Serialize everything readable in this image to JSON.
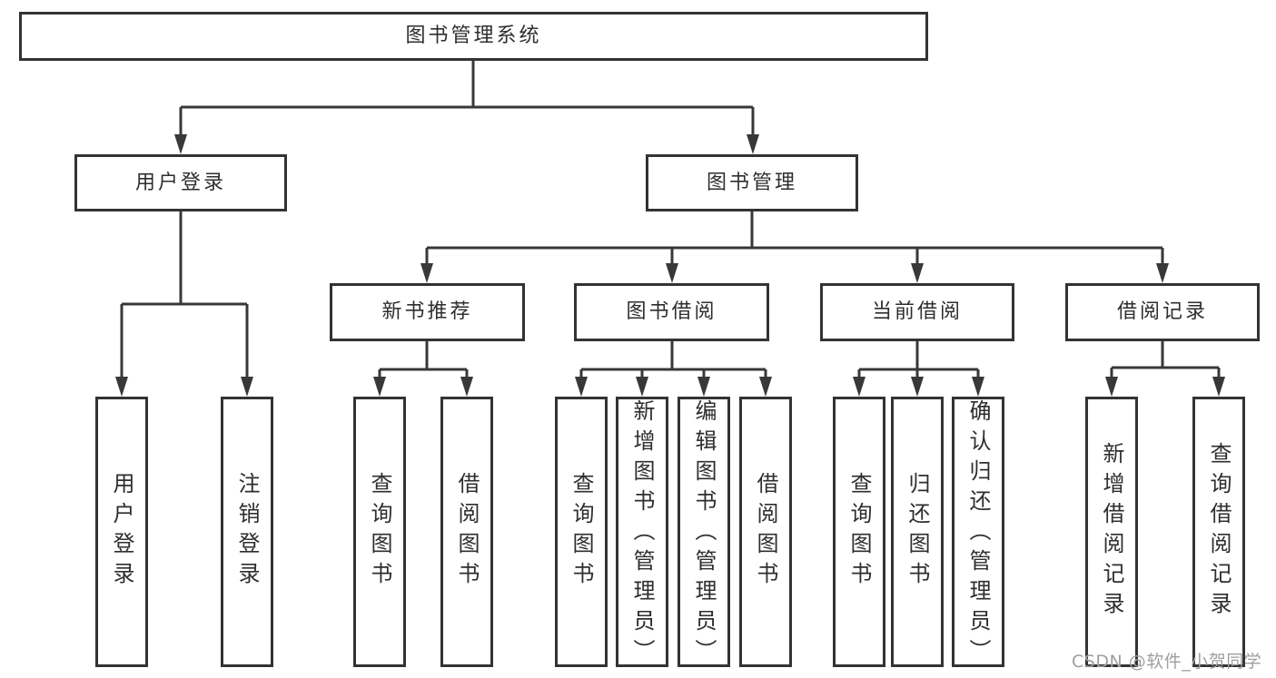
{
  "tree": {
    "root": {
      "label": "图书管理系统"
    },
    "children": [
      {
        "label": "用户登录",
        "children": [
          {
            "label": "用户登录"
          },
          {
            "label": "注销登录"
          }
        ]
      },
      {
        "label": "图书管理",
        "children": [
          {
            "label": "新书推荐",
            "children": [
              {
                "label": "查询图书"
              },
              {
                "label": "借阅图书"
              }
            ]
          },
          {
            "label": "图书借阅",
            "children": [
              {
                "label": "查询图书"
              },
              {
                "label": "新增图书（管理员）"
              },
              {
                "label": "编辑图书（管理员）"
              },
              {
                "label": "借阅图书"
              }
            ]
          },
          {
            "label": "当前借阅",
            "children": [
              {
                "label": "查询图书"
              },
              {
                "label": "归还图书"
              },
              {
                "label": "确认归还（管理员）"
              }
            ]
          },
          {
            "label": "借阅记录",
            "children": [
              {
                "label": "新增借阅记录"
              },
              {
                "label": "查询借阅记录"
              }
            ]
          }
        ]
      }
    ]
  },
  "watermark": "CSDN @软件_小贺同学",
  "colors": {
    "line": "#383838",
    "box_border": "#333333",
    "text": "#2e2e2e",
    "watermark": "#9f9f9f",
    "background": "#ffffff"
  }
}
